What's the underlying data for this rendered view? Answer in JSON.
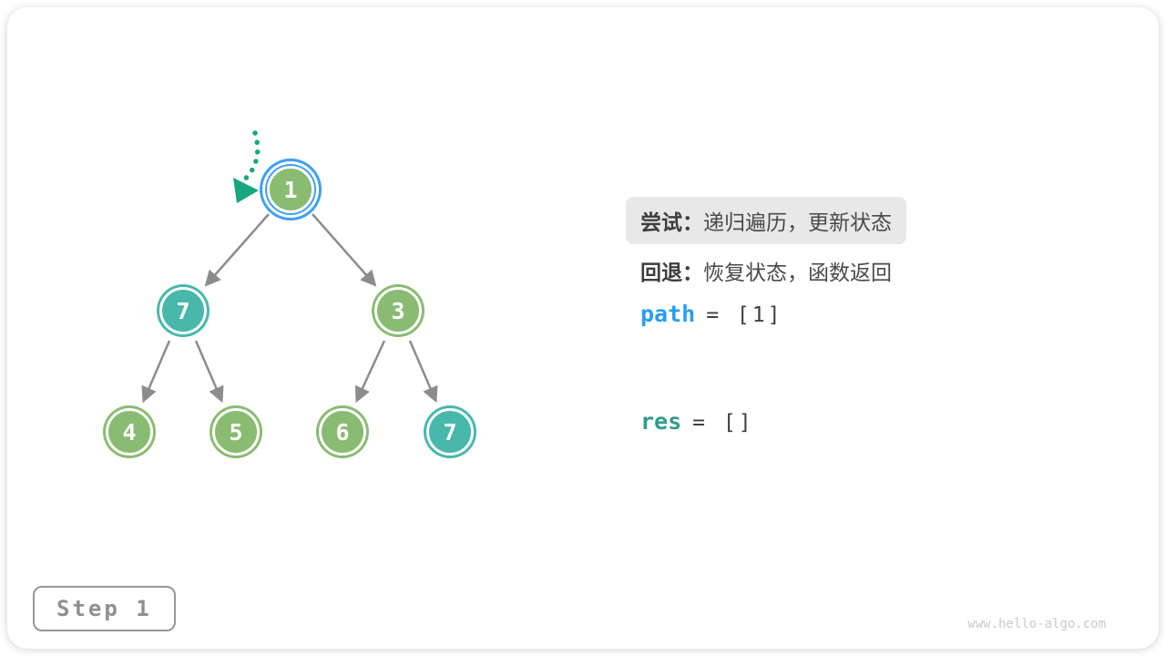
{
  "colors": {
    "node-green": "#8ABB72",
    "node-teal": "#47B8AB",
    "ring-blue": "#3DA0F2",
    "edge-gray": "#8C8C8C",
    "arrow-teal": "#17A67D",
    "text-dark": "#4A4A4A",
    "code-gray": "#3F3F3F",
    "path-blue": "#2B9CF2",
    "res-teal": "#2E9C8C",
    "pill-bg": "#E8E8E8",
    "step-gray": "#8F8F8F",
    "watermark-gray": "#CACACA"
  },
  "legend": {
    "try_label": "尝试：",
    "try_text": "递归遍历，更新状态",
    "backtrack_label": "回退：",
    "backtrack_text": "恢复状态，函数返回"
  },
  "variables": {
    "path_name": "path",
    "path_value": "= [1]",
    "res_name": "res",
    "res_value": "= []"
  },
  "tree": {
    "nodes": [
      {
        "value": 1,
        "color": "green",
        "current": true
      },
      {
        "value": 7,
        "color": "teal",
        "current": false
      },
      {
        "value": 3,
        "color": "green",
        "current": false
      },
      {
        "value": 4,
        "color": "green",
        "current": false
      },
      {
        "value": 5,
        "color": "green",
        "current": false
      },
      {
        "value": 6,
        "color": "green",
        "current": false
      },
      {
        "value": 7,
        "color": "teal",
        "current": false
      }
    ],
    "edges": [
      "1→7",
      "1→3",
      "7→4",
      "7→5",
      "3→6",
      "3→7"
    ],
    "pointer": "dotted arrow entering root node 1"
  },
  "step": {
    "label": "Step 1"
  },
  "footer": {
    "watermark": "www.hello-algo.com"
  }
}
